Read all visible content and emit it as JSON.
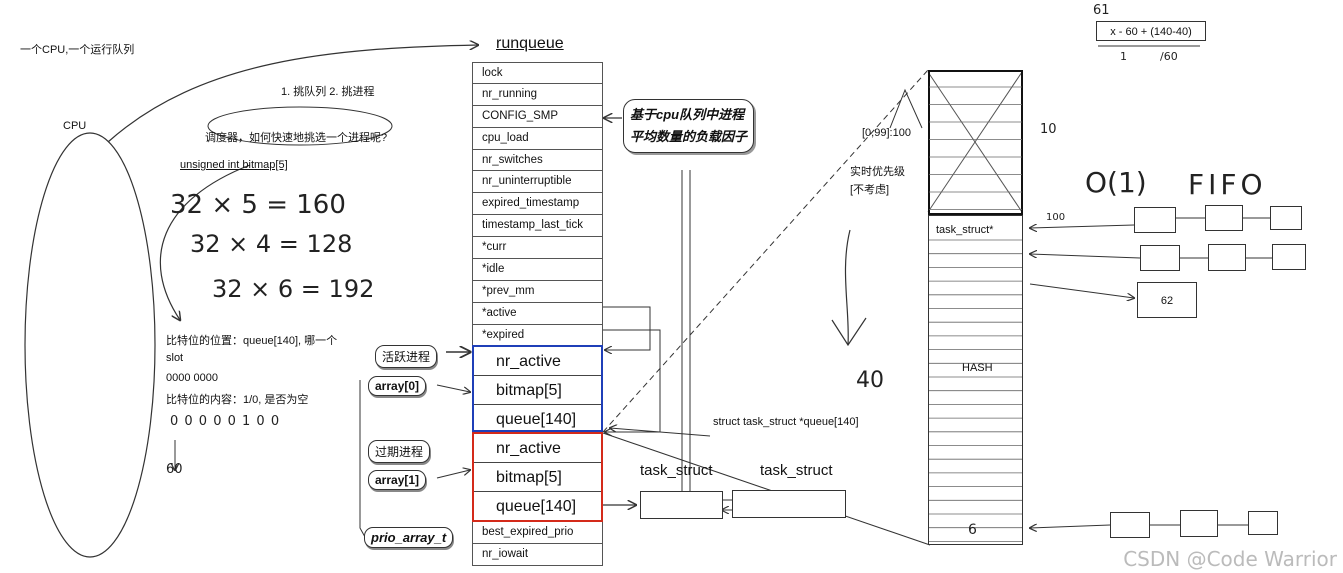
{
  "top_left_note": "一个CPU,一个运行队列",
  "cpu_label": "CPU",
  "steps_note": "1. 挑队列 2. 挑进程",
  "scheduler_question": "调度器，如何快速地挑选一个进程呢?",
  "bitmap_decl": "unsigned int bitmap[5]",
  "hand_math": [
    "32 × 5 = 160",
    "32 × 4 = 128",
    "32 × 6 = 192"
  ],
  "bit_position_note": [
    "比特位的位置：queue[140], 哪一个",
    "slot",
    "0000 0000",
    "比特位的内容：1/0, 是否为空"
  ],
  "hand_bits": "0 0 0 0 0 1 0 0",
  "hand_sixty": "60",
  "runqueue": {
    "title": "runqueue",
    "fields_top": [
      "lock",
      "nr_running",
      "CONFIG_SMP",
      "cpu_load",
      "nr_switches",
      "nr_uninterruptible",
      "expired_timestamp",
      "timestamp_last_tick",
      "*curr",
      "*idle",
      "*prev_mm",
      "*active",
      "*expired"
    ],
    "fields_bottom": [
      "best_expired_prio",
      "nr_iowait"
    ]
  },
  "prio_array": {
    "cells": [
      "nr_active",
      "bitmap[5]",
      "queue[140]"
    ],
    "active_color": "#1f3fb8",
    "expired_color": "#d42a1a"
  },
  "tags": {
    "active_proc": "活跃进程",
    "expired_proc": "过期进程",
    "array0": "array[0]",
    "array1": "array[1]",
    "prio_array_t": "prio_array_t"
  },
  "load_factor_bubble": [
    "基于cpu队列中进程",
    "平均数量的负载因子"
  ],
  "struct_queue_decl": "struct task_struct *queue[140]",
  "task_struct_label": "task_struct",
  "task_struct_ptr": "task_struct*",
  "range_label": "[0,99]:100",
  "realtime_label": "实时优先级",
  "ignore_label": "[不考虑]",
  "hash_label": "HASH",
  "box_62": "62",
  "hand_o1": "O(1)",
  "hand_fifo": "FIFO",
  "hand_forty": "40",
  "hand_ten": "10",
  "hand_hundred": "100",
  "hand_six": "6",
  "formula": "x - 60 + (140-40)",
  "formula_top": "61",
  "formula_bottom": [
    "1",
    "/60"
  ],
  "watermark": "CSDN @Code Warrior"
}
